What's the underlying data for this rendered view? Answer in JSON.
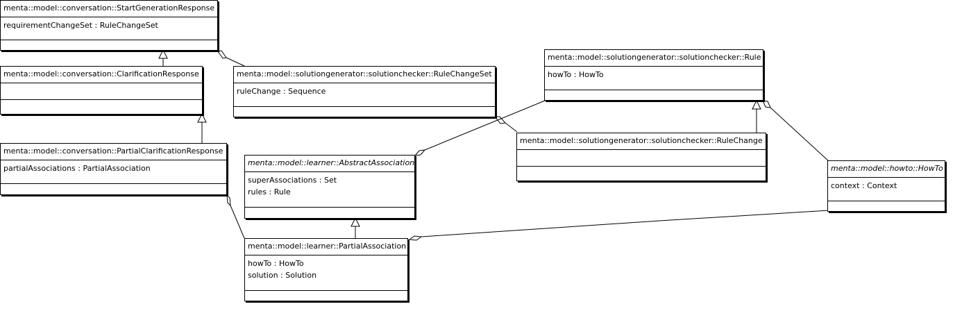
{
  "classes": [
    {
      "id": "start",
      "name": "menta::model::conversation::StartGenerationResponse",
      "abstract": false,
      "attributes": [
        "requirementChangeSet : RuleChangeSet"
      ]
    },
    {
      "id": "clar",
      "name": "menta::model::conversation::ClarificationResponse",
      "abstract": false,
      "attributes": []
    },
    {
      "id": "partclar",
      "name": "menta::model::conversation::PartialClarificationResponse",
      "abstract": false,
      "attributes": [
        "partialAssociations : PartialAssociation"
      ]
    },
    {
      "id": "rcs",
      "name": "menta::model::solutiongenerator::solutionchecker::RuleChangeSet",
      "abstract": false,
      "attributes": [
        "ruleChange : Sequence"
      ]
    },
    {
      "id": "rule",
      "name": "menta::model::solutiongenerator::solutionchecker::Rule",
      "abstract": false,
      "attributes": [
        "howTo : HowTo"
      ]
    },
    {
      "id": "rc",
      "name": "menta::model::solutiongenerator::solutionchecker::RuleChange",
      "abstract": false,
      "attributes": []
    },
    {
      "id": "absassoc",
      "name": "menta::model::learner::AbstractAssociation",
      "abstract": true,
      "attributes": [
        "superAssociations : Set",
        "rules : Rule"
      ]
    },
    {
      "id": "howto",
      "name": "menta::model::howto::HowTo",
      "abstract": true,
      "attributes": [
        "context : Context"
      ]
    },
    {
      "id": "partassoc",
      "name": "menta::model::learner::PartialAssociation",
      "abstract": false,
      "attributes": [
        "howTo : HowTo",
        "solution : Solution"
      ]
    }
  ],
  "relations": [
    {
      "type": "generalization",
      "from": "clar",
      "to": "start"
    },
    {
      "type": "generalization",
      "from": "partclar",
      "to": "clar"
    },
    {
      "type": "generalization",
      "from": "partassoc",
      "to": "absassoc"
    },
    {
      "type": "generalization",
      "from": "rc",
      "to": "rule"
    },
    {
      "type": "aggregation",
      "whole": "start",
      "part": "rcs"
    },
    {
      "type": "aggregation",
      "whole": "rcs",
      "part": "rc"
    },
    {
      "type": "aggregation",
      "whole": "absassoc",
      "part": "rule"
    },
    {
      "type": "aggregation",
      "whole": "rule",
      "part": "howto"
    },
    {
      "type": "aggregation",
      "whole": "partclar",
      "part": "partassoc"
    },
    {
      "type": "aggregation",
      "whole": "partassoc",
      "part": "howto"
    }
  ]
}
